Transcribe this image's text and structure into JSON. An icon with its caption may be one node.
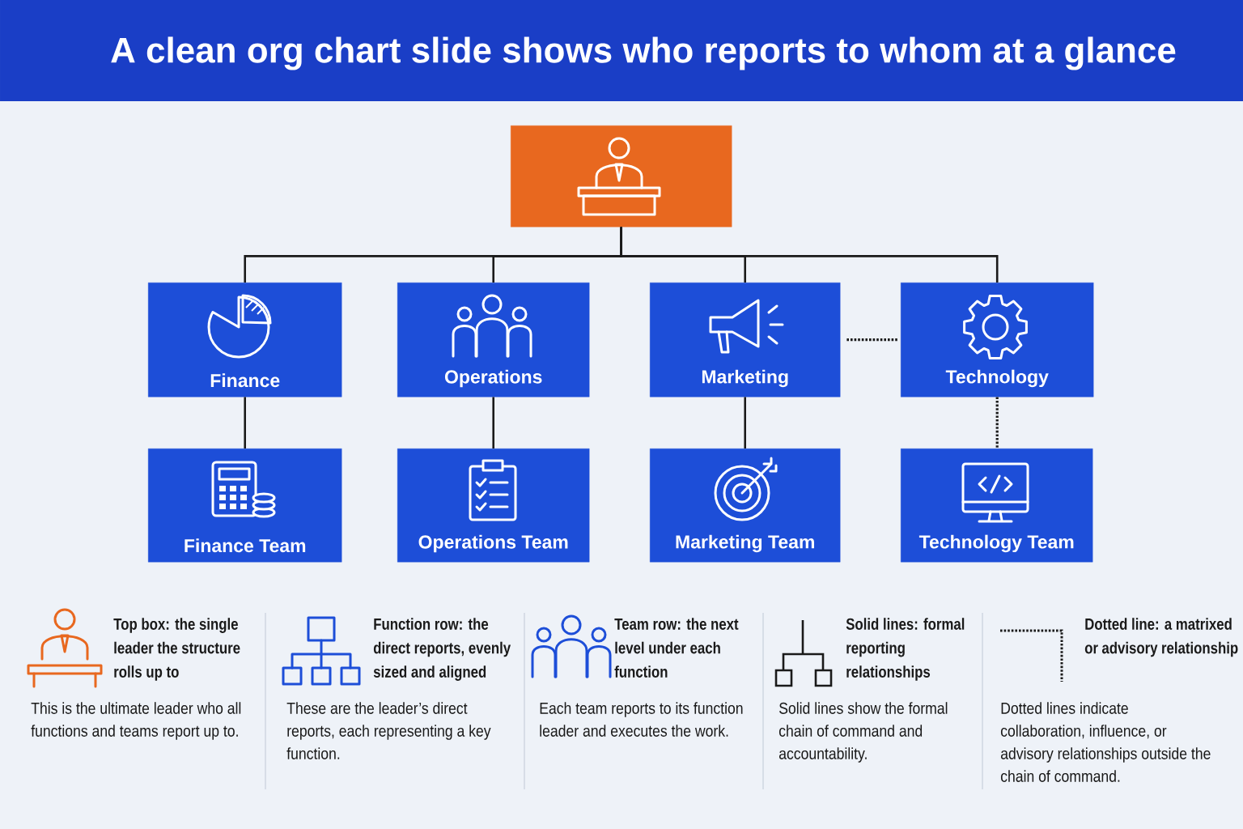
{
  "diagram": {
    "title": "A clean org chart slide shows who reports to whom at a glance",
    "nodes": [
      {
        "text": [],
        "shape": "box"
      },
      {
        "text": [
          "Finance"
        ]
      },
      {
        "text": [
          "Operations"
        ]
      },
      {
        "text": [
          "Marketing"
        ]
      },
      {
        "text": [
          "Technology"
        ]
      },
      {
        "text": [
          "Finance Team"
        ]
      },
      {
        "text": [
          "Operations Team"
        ]
      },
      {
        "text": [
          "Marketing Team"
        ]
      },
      {
        "text": [
          "Technology Team"
        ]
      }
    ],
    "edges": [
      {
        "from": 0,
        "to": 1,
        "arrow": "none"
      },
      {
        "from": 0,
        "to": 2,
        "arrow": "none"
      },
      {
        "from": 0,
        "to": 3,
        "arrow": "none"
      },
      {
        "from": 0,
        "to": 4,
        "arrow": "none"
      },
      {
        "from": 1,
        "to": 5,
        "arrow": "none"
      },
      {
        "from": 2,
        "to": 6,
        "arrow": "none"
      },
      {
        "from": 3,
        "to": 7,
        "arrow": "none"
      },
      {
        "from": 3,
        "to": 4,
        "arrow": "none",
        "style": "dashed"
      },
      {
        "from": 4,
        "to": 8,
        "arrow": "none",
        "style": "dashed"
      }
    ],
    "labels": [
      "Top box: the single leader the structure rolls up to",
      "This is the ultimate leader who all functions and teams report up to.",
      "Function row: the direct reports, evenly sized and aligned",
      "These are the leader’s direct reports, each representing a key function.",
      "Team row: the next level under each function",
      "Each team reports to its function leader and executes the work.",
      "Solid lines: formal reporting relationships",
      "Solid lines show the formal chain of command and accountability.",
      "Dotted line: a matrixed or advisory relationship",
      "Dotted lines indicate collaboration, influence, or advisory relationships outside the chain of command."
    ]
  }
}
